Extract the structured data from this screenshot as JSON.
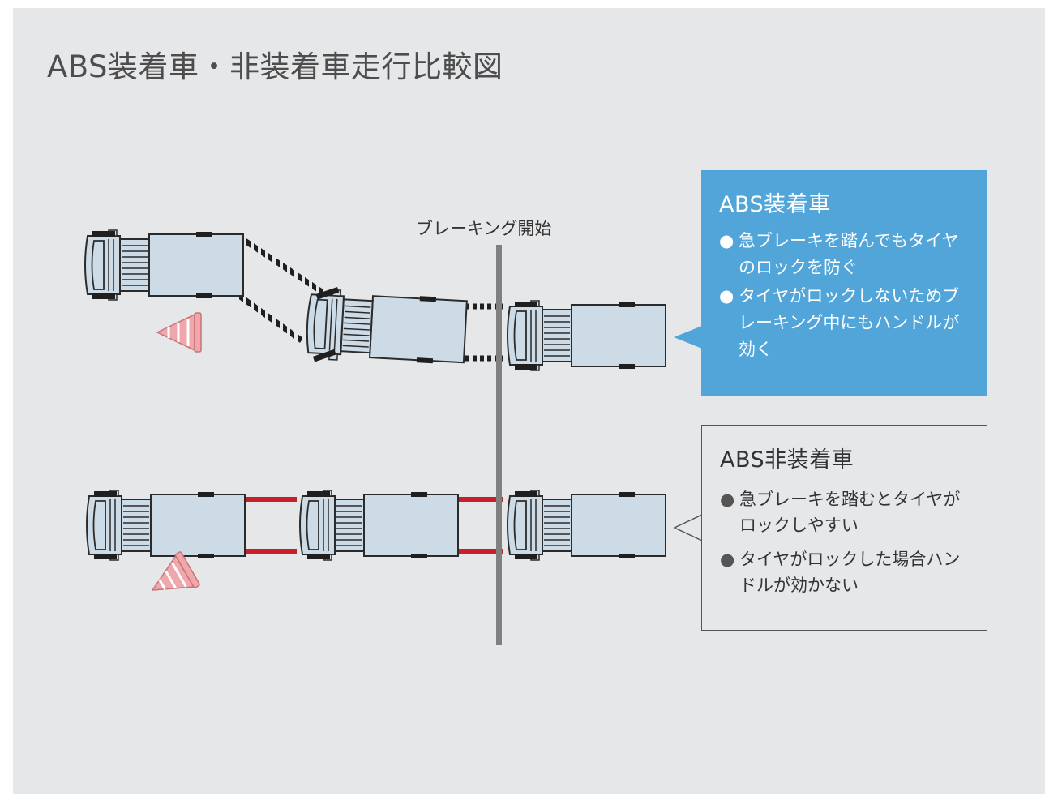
{
  "title": "ABS装着車・非装着車走行比較図",
  "braking_start_label": "ブレーキング開始",
  "abs_callout": {
    "heading": "ABS装着車",
    "bullet_glyph": "●",
    "items": [
      "急ブレーキを踏んでもタイヤのロックを防ぐ",
      "タイヤがロックしないためブレーキング中にもハンドルが効く"
    ]
  },
  "nonabs_callout": {
    "heading": "ABS非装着車",
    "bullet_glyph": "●",
    "items": [
      "急ブレーキを踏むとタイヤがロックしやすい",
      "タイヤがロックした場合ハンドルが効かない"
    ]
  },
  "colors": {
    "background": "#e6e7e9",
    "truck_fill": "#cddbe6",
    "truck_outline": "#2b2b2b",
    "abs_accent": "#52a5d9",
    "nonabs_track": "#c8202a",
    "braking_line": "#808080",
    "cone": "#f0a7ab"
  },
  "icons": {
    "truck": "truck-icon",
    "cone": "traffic-cone-icon"
  }
}
